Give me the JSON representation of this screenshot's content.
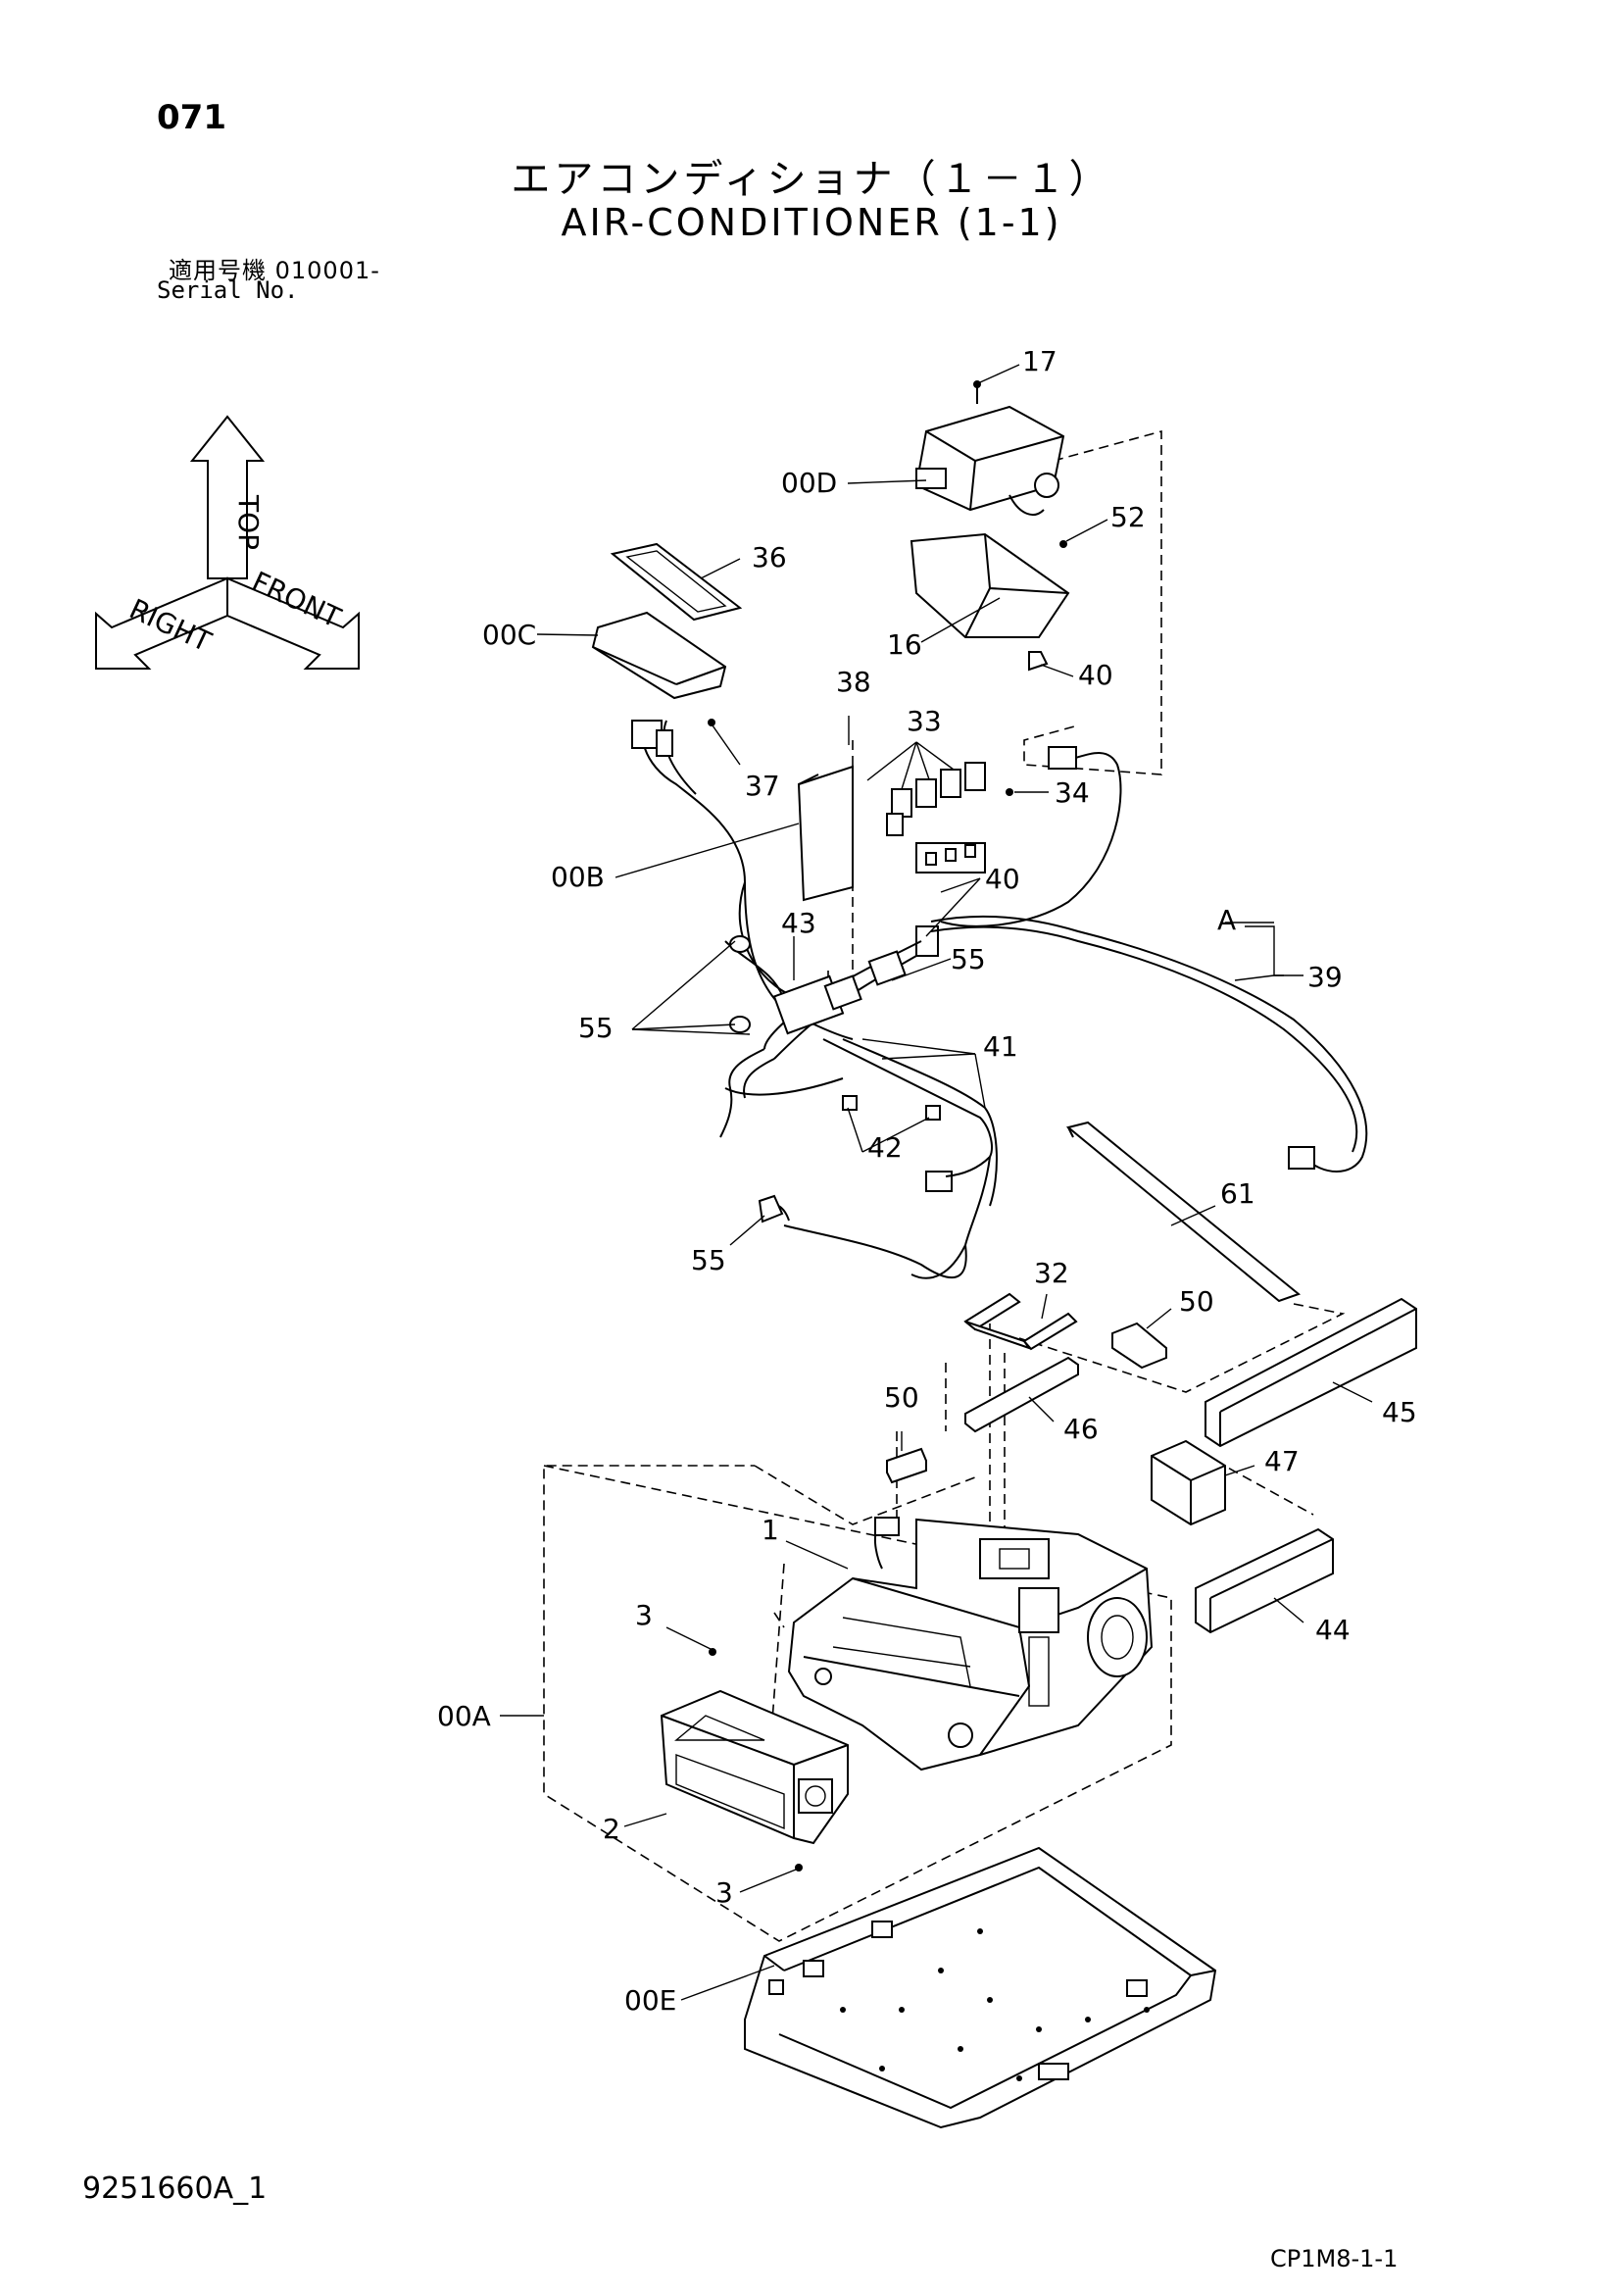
{
  "header": {
    "page_number": "071",
    "title_japanese": "エアコンディショナ（１－１）",
    "title_english": "AIR-CONDITIONER (1-1)",
    "serial_label_japanese": "適用号機  010001-",
    "serial_label_english": "Serial No."
  },
  "orientation": {
    "top": "TOP",
    "right": "RIGHT",
    "front": "FRONT"
  },
  "callouts": {
    "c17": "17",
    "c00D": "00D",
    "c52": "52",
    "c36": "36",
    "c00C": "00C",
    "c16": "16",
    "c40a": "40",
    "c38": "38",
    "c33": "33",
    "c37": "37",
    "c34": "34",
    "c00B": "00B",
    "c40b": "40",
    "c43": "43",
    "cA": "A",
    "c55a": "55",
    "c39": "39",
    "c55b": "55",
    "c41": "41",
    "c42": "42",
    "c61": "61",
    "c55c": "55",
    "c32": "32",
    "c50a": "50",
    "c45": "45",
    "c50b": "50",
    "c46": "46",
    "c47": "47",
    "c1": "1",
    "c3a": "3",
    "c44": "44",
    "c00A": "00A",
    "c2": "2",
    "c3b": "3",
    "c00E": "00E"
  },
  "footer": {
    "document_number": "9251660A_1",
    "figure_code": "CP1M8-1-1"
  }
}
